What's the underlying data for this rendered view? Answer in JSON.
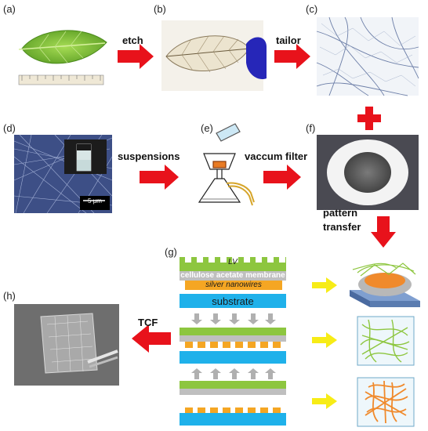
{
  "panels": {
    "a": "(a)",
    "b": "(b)",
    "c": "(c)",
    "d": "(d)",
    "e": "(e)",
    "f": "(f)",
    "g": "(g)",
    "h": "(h)"
  },
  "steps": {
    "etch": "etch",
    "tailor": "tailor",
    "suspensions": "suspensions",
    "vacuum_filter": "vaccum filter",
    "pattern_transfer_1": "pattern",
    "pattern_transfer_2": "transfer",
    "tcf": "TCF"
  },
  "scale_bar": "5 μm",
  "layers": {
    "lv": "LV",
    "membrane": "cellulose acetate membrane",
    "nanowires": "silver nanowires",
    "substrate": "substrate"
  },
  "colors": {
    "arrow_red": "#e8121b",
    "arrow_yellow": "#f7ec16",
    "arrow_gray": "#b0b0b0",
    "leaf_green": "#7cc43a",
    "lv_green": "#8dc63f",
    "membrane_gray": "#bfbfbf",
    "nanowire_orange": "#f5a623",
    "substrate_blue": "#1fb1ea",
    "wire_orange": "#f08a2c"
  }
}
